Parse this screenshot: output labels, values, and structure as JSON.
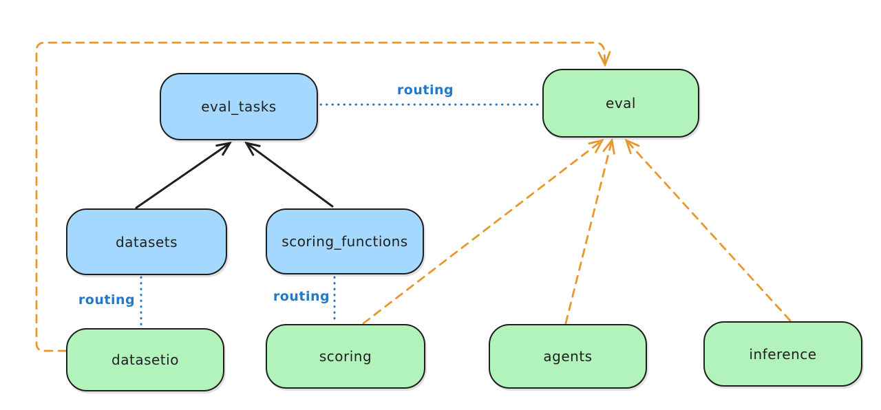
{
  "colors": {
    "stroke": "#1e1e1e",
    "api_fill": "#a5d8ff",
    "provider_fill": "#b2f2bb",
    "routing_blue": "#2478c8",
    "orange": "#e8962e",
    "canvas_bg": "#ffffff"
  },
  "nodes": {
    "eval_tasks": {
      "label": "eval_tasks",
      "color": "blue"
    },
    "eval": {
      "label": "eval",
      "color": "green"
    },
    "datasets": {
      "label": "datasets",
      "color": "blue"
    },
    "scoring_functions": {
      "label": "scoring_functions",
      "color": "blue"
    },
    "datasetio": {
      "label": "datasetio",
      "color": "green"
    },
    "scoring": {
      "label": "scoring",
      "color": "green"
    },
    "agents": {
      "label": "agents",
      "color": "green"
    },
    "inference": {
      "label": "inference",
      "color": "green"
    }
  },
  "edges": [
    {
      "from": "datasets",
      "to": "eval_tasks",
      "style": "solid",
      "color": "black",
      "arrow": true
    },
    {
      "from": "scoring_functions",
      "to": "eval_tasks",
      "style": "solid",
      "color": "black",
      "arrow": true
    },
    {
      "from": "eval_tasks",
      "to": "eval",
      "style": "dotted",
      "color": "blue",
      "label": "routing",
      "arrow": false
    },
    {
      "from": "datasets",
      "to": "datasetio",
      "style": "dotted",
      "color": "blue",
      "label": "routing",
      "arrow": false
    },
    {
      "from": "scoring_functions",
      "to": "scoring",
      "style": "dotted",
      "color": "blue",
      "label": "routing",
      "arrow": false
    },
    {
      "from": "datasetio",
      "to": "eval",
      "style": "dashed",
      "color": "orange",
      "arrow": true
    },
    {
      "from": "scoring",
      "to": "eval",
      "style": "dashed",
      "color": "orange",
      "arrow": true
    },
    {
      "from": "agents",
      "to": "eval",
      "style": "dashed",
      "color": "orange",
      "arrow": true
    },
    {
      "from": "inference",
      "to": "eval",
      "style": "dashed",
      "color": "orange",
      "arrow": true
    }
  ]
}
